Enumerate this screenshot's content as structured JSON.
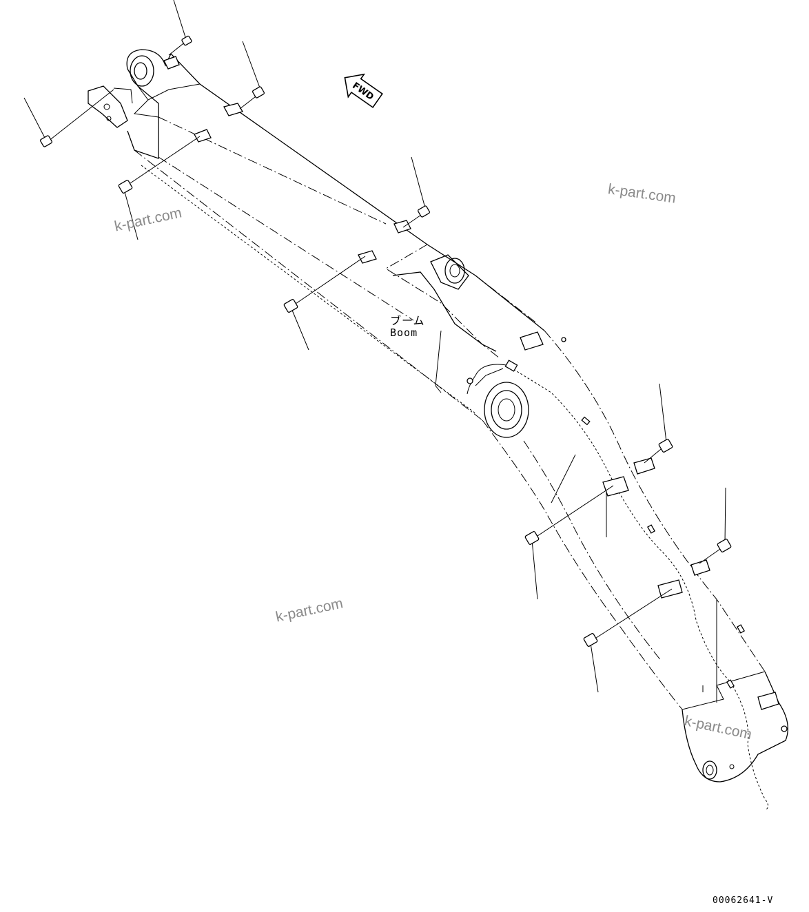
{
  "boom_label_jp": "ブーム",
  "boom_label_en": "Boom",
  "direction_arrow_label": "FWD",
  "drawing_code": "00062641-V",
  "watermarks": [
    "k-part.com",
    "k-part.com",
    "k-part.com",
    "k-part.com"
  ]
}
